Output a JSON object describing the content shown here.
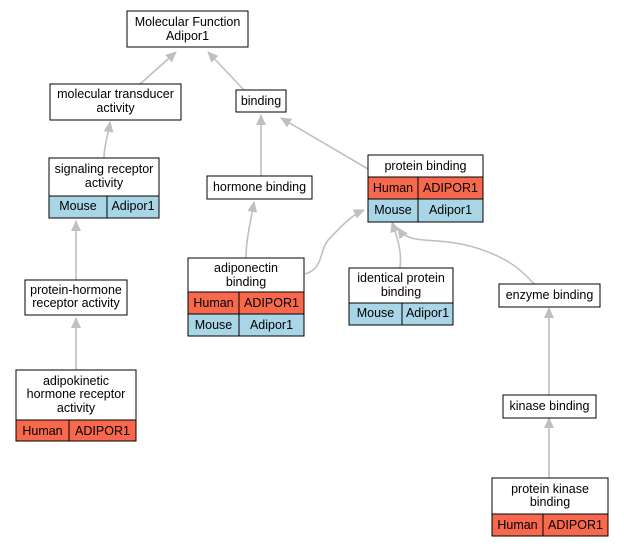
{
  "nodes": {
    "mf": {
      "lines": [
        "Molecular Function",
        "Adipor1"
      ]
    },
    "mta": {
      "lines": [
        "molecular transducer",
        "activity"
      ]
    },
    "binding": {
      "lines": [
        "binding"
      ]
    },
    "sra": {
      "lines": [
        "signaling receptor",
        "activity"
      ],
      "rows": [
        [
          "Mouse",
          "Adipor1"
        ]
      ]
    },
    "hb": {
      "lines": [
        "hormone binding"
      ]
    },
    "pb": {
      "lines": [
        "protein binding"
      ],
      "rows": [
        [
          "Human",
          "ADIPOR1"
        ],
        [
          "Mouse",
          "Adipor1"
        ]
      ]
    },
    "phra": {
      "lines": [
        "protein-hormone",
        "receptor activity"
      ]
    },
    "ab": {
      "lines": [
        "adiponectin",
        "binding"
      ],
      "rows": [
        [
          "Human",
          "ADIPOR1"
        ],
        [
          "Mouse",
          "Adipor1"
        ]
      ]
    },
    "ipb": {
      "lines": [
        "identical protein",
        "binding"
      ],
      "rows": [
        [
          "Mouse",
          "Adipor1"
        ]
      ]
    },
    "eb": {
      "lines": [
        "enzyme binding"
      ]
    },
    "ahra": {
      "lines": [
        "adipokinetic",
        "hormone receptor",
        "activity"
      ],
      "rows": [
        [
          "Human",
          "ADIPOR1"
        ]
      ]
    },
    "kb": {
      "lines": [
        "kinase binding"
      ]
    },
    "pkb": {
      "lines": [
        "protein kinase",
        "binding"
      ],
      "rows": [
        [
          "Human",
          "ADIPOR1"
        ]
      ]
    }
  },
  "colors": {
    "human": "#f8684c",
    "mouse": "#a9d6e6",
    "edge": "#c0c0c0"
  }
}
